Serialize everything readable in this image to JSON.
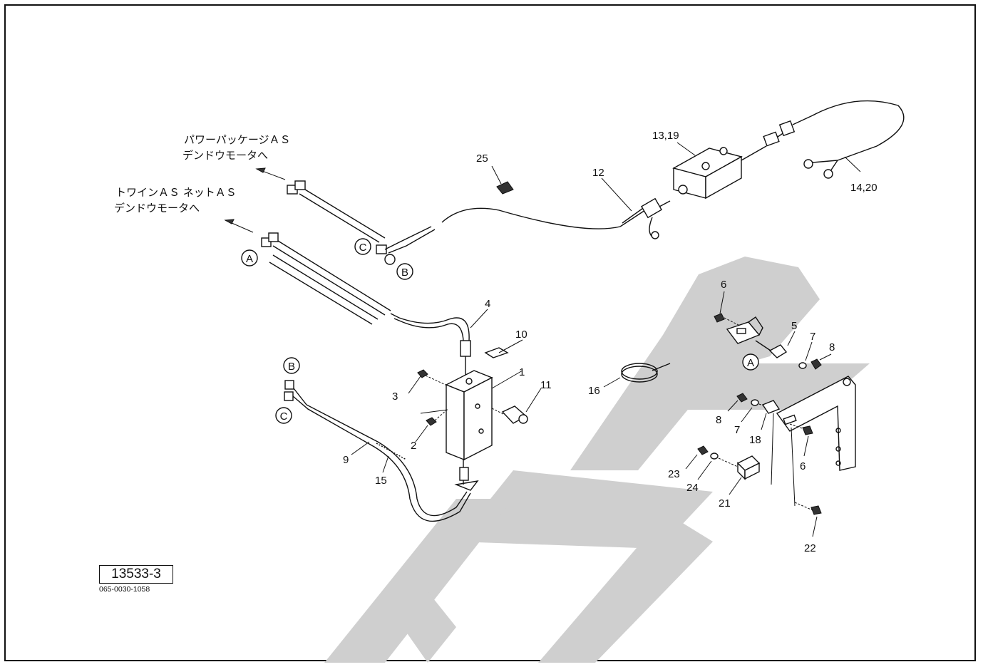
{
  "notes": {
    "power_package_line1": "パワーパッケージＡＳ",
    "power_package_line2": "デンドウモータへ",
    "twin_line1": "トワインＡＳ ネットＡＳ",
    "twin_line2": "デンドウモータへ"
  },
  "connectors": {
    "A1": "A",
    "A2": "A",
    "B1": "B",
    "B2": "B",
    "C1": "C",
    "C2": "C"
  },
  "parts": {
    "p1": "1",
    "p2": "2",
    "p3": "3",
    "p4": "4",
    "p5": "5",
    "p6a": "6",
    "p6b": "6",
    "p7a": "7",
    "p7b": "7",
    "p8a": "8",
    "p8b": "8",
    "p9": "9",
    "p10": "10",
    "p11": "11",
    "p12": "12",
    "p13": "13,19",
    "p14": "14,20",
    "p15": "15",
    "p16": "16",
    "p18": "18",
    "p21": "21",
    "p22": "22",
    "p23": "23",
    "p24": "24",
    "p25": "25"
  },
  "reference": {
    "figure_number": "13533-3",
    "code": "065-0030-1058"
  },
  "colors": {
    "line": "#111111",
    "watermark": "#cfcfcf"
  }
}
